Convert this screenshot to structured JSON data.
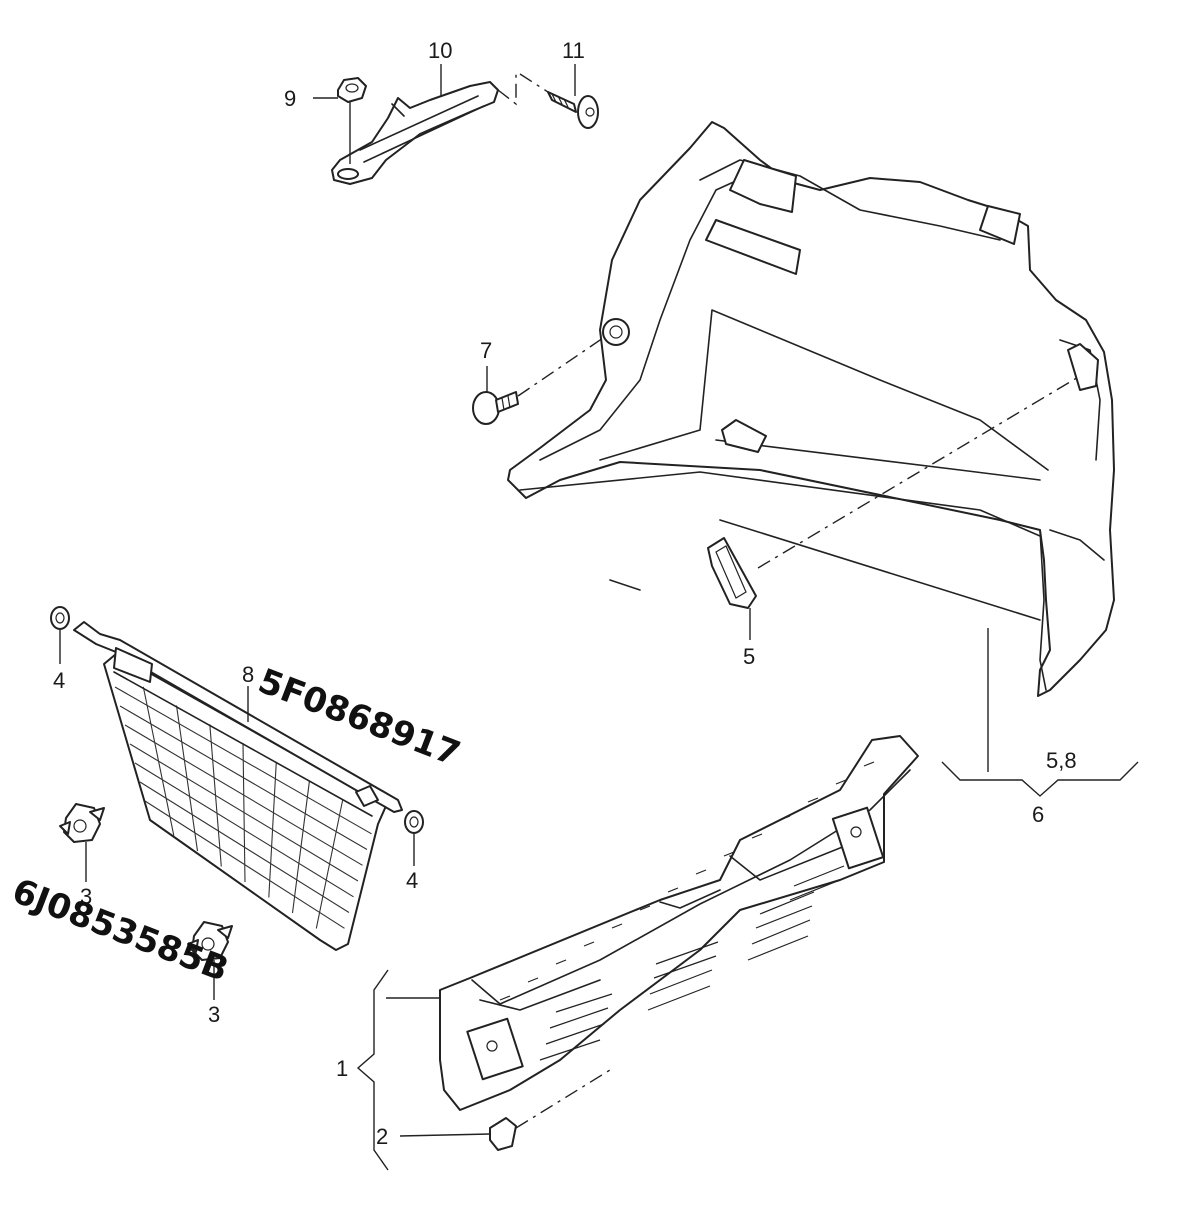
{
  "callouts": {
    "c1": "1",
    "c2": "2",
    "c3a": "3",
    "c3b": "3",
    "c4a": "4",
    "c4b": "4",
    "c5": "5",
    "c58": "5,8",
    "c6": "6",
    "c7": "7",
    "c8": "8",
    "c9": "9",
    "c10": "10",
    "c11": "11"
  },
  "part_numbers": {
    "net": "5F0868917",
    "clip": "6J0853585B"
  }
}
